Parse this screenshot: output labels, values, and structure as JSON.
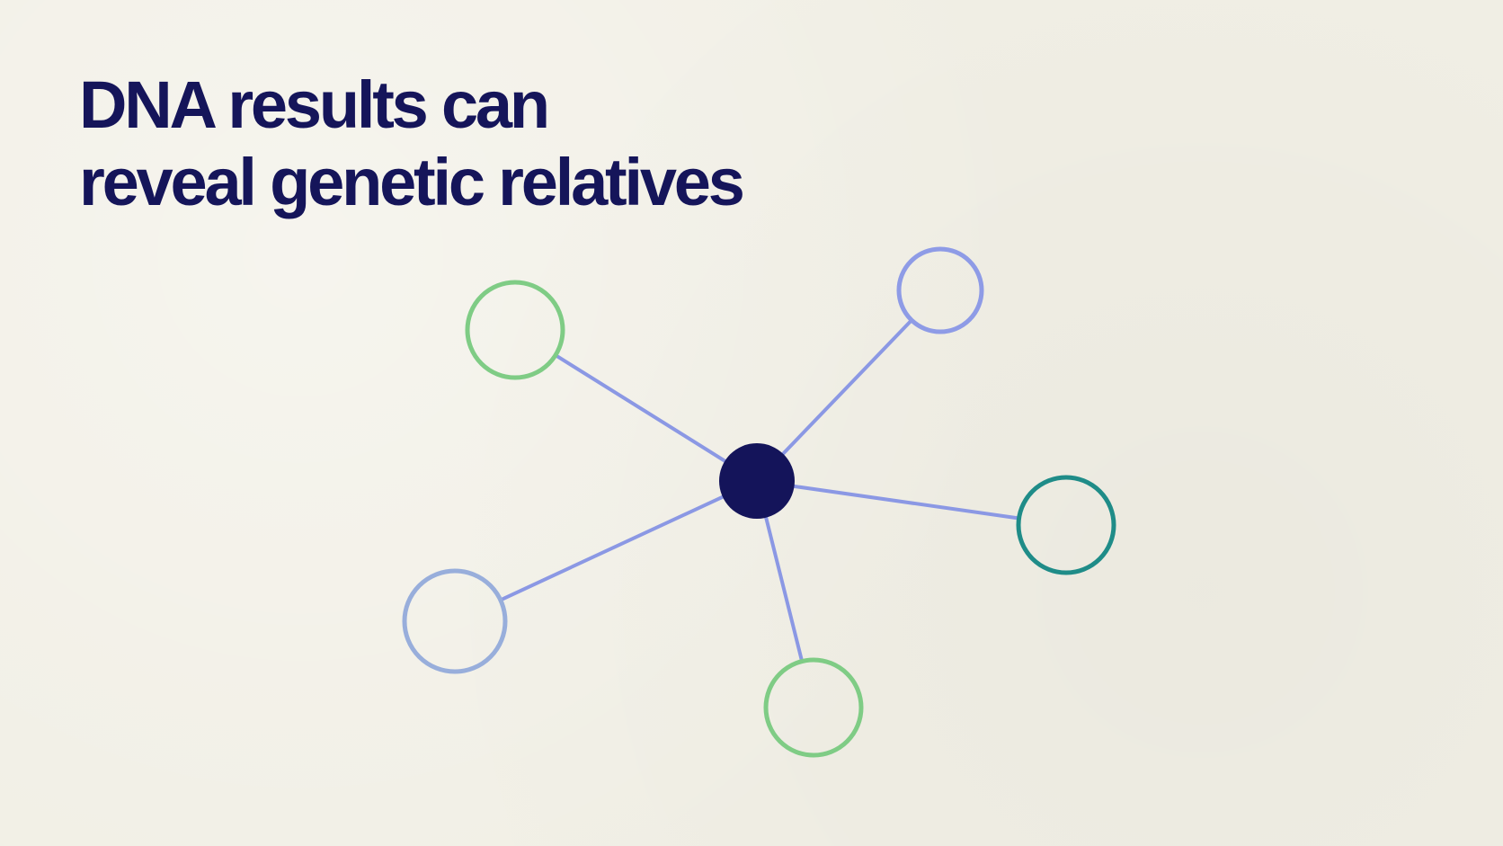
{
  "headline": {
    "line1": "DNA results can",
    "line2": "reveal genetic relatives"
  },
  "colors": {
    "background": "#f1efe5",
    "headline": "#15155a",
    "center_node": "#14145a",
    "edges": "#8b98e4",
    "node_light_green": "#7fcc85",
    "node_periwinkle": "#8e9be6",
    "node_teal": "#1f8c88",
    "node_slate_blue": "#98aedb"
  },
  "diagram": {
    "center": {
      "name": "person-node",
      "color_key": "center_node"
    },
    "relatives": [
      {
        "name": "relative-node-upper-left",
        "color_key": "node_light_green"
      },
      {
        "name": "relative-node-upper-right",
        "color_key": "node_periwinkle"
      },
      {
        "name": "relative-node-right",
        "color_key": "node_teal"
      },
      {
        "name": "relative-node-bottom",
        "color_key": "node_light_green"
      },
      {
        "name": "relative-node-lower-left",
        "color_key": "node_slate_blue"
      }
    ]
  }
}
